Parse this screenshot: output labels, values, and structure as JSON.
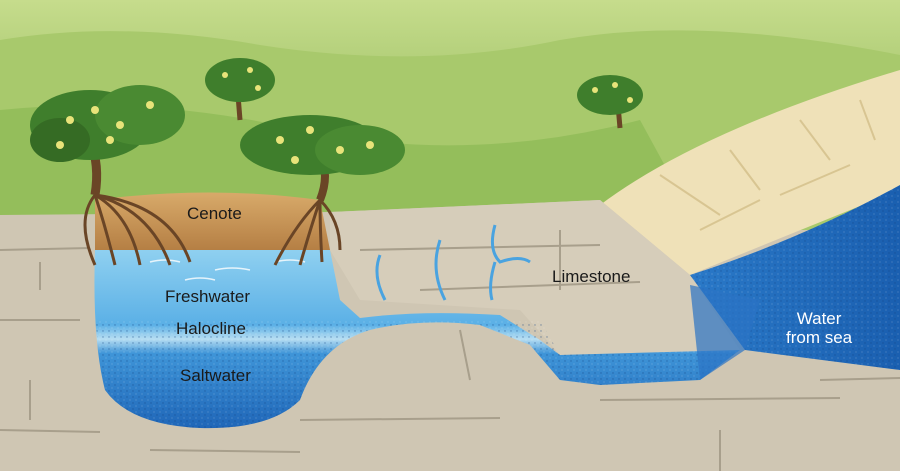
{
  "labels": {
    "cenote": "Cenote",
    "freshwater": "Freshwater",
    "halocline": "Halocline",
    "saltwater": "Saltwater",
    "limestone": "Limestone",
    "sea_line1": "Water",
    "sea_line2": "from sea"
  },
  "colors": {
    "sky_grass": "#b9d27f",
    "hill_grass": "#8fbb57",
    "limestone": "#cfc6b3",
    "limestone_crack": "#a89f8c",
    "cliff_sand": "#efe1b8",
    "sinkhole_soil": "#c89a5f",
    "freshwater": "#7cc4ea",
    "halocline": "#a9d6ee",
    "saltwater": "#1e6fc0",
    "sea": "#1c6cc2",
    "tree_foliage": "#3f7e2c",
    "tree_trunk": "#6a4526"
  },
  "icons": [
    "mangrove-tree-icon"
  ]
}
